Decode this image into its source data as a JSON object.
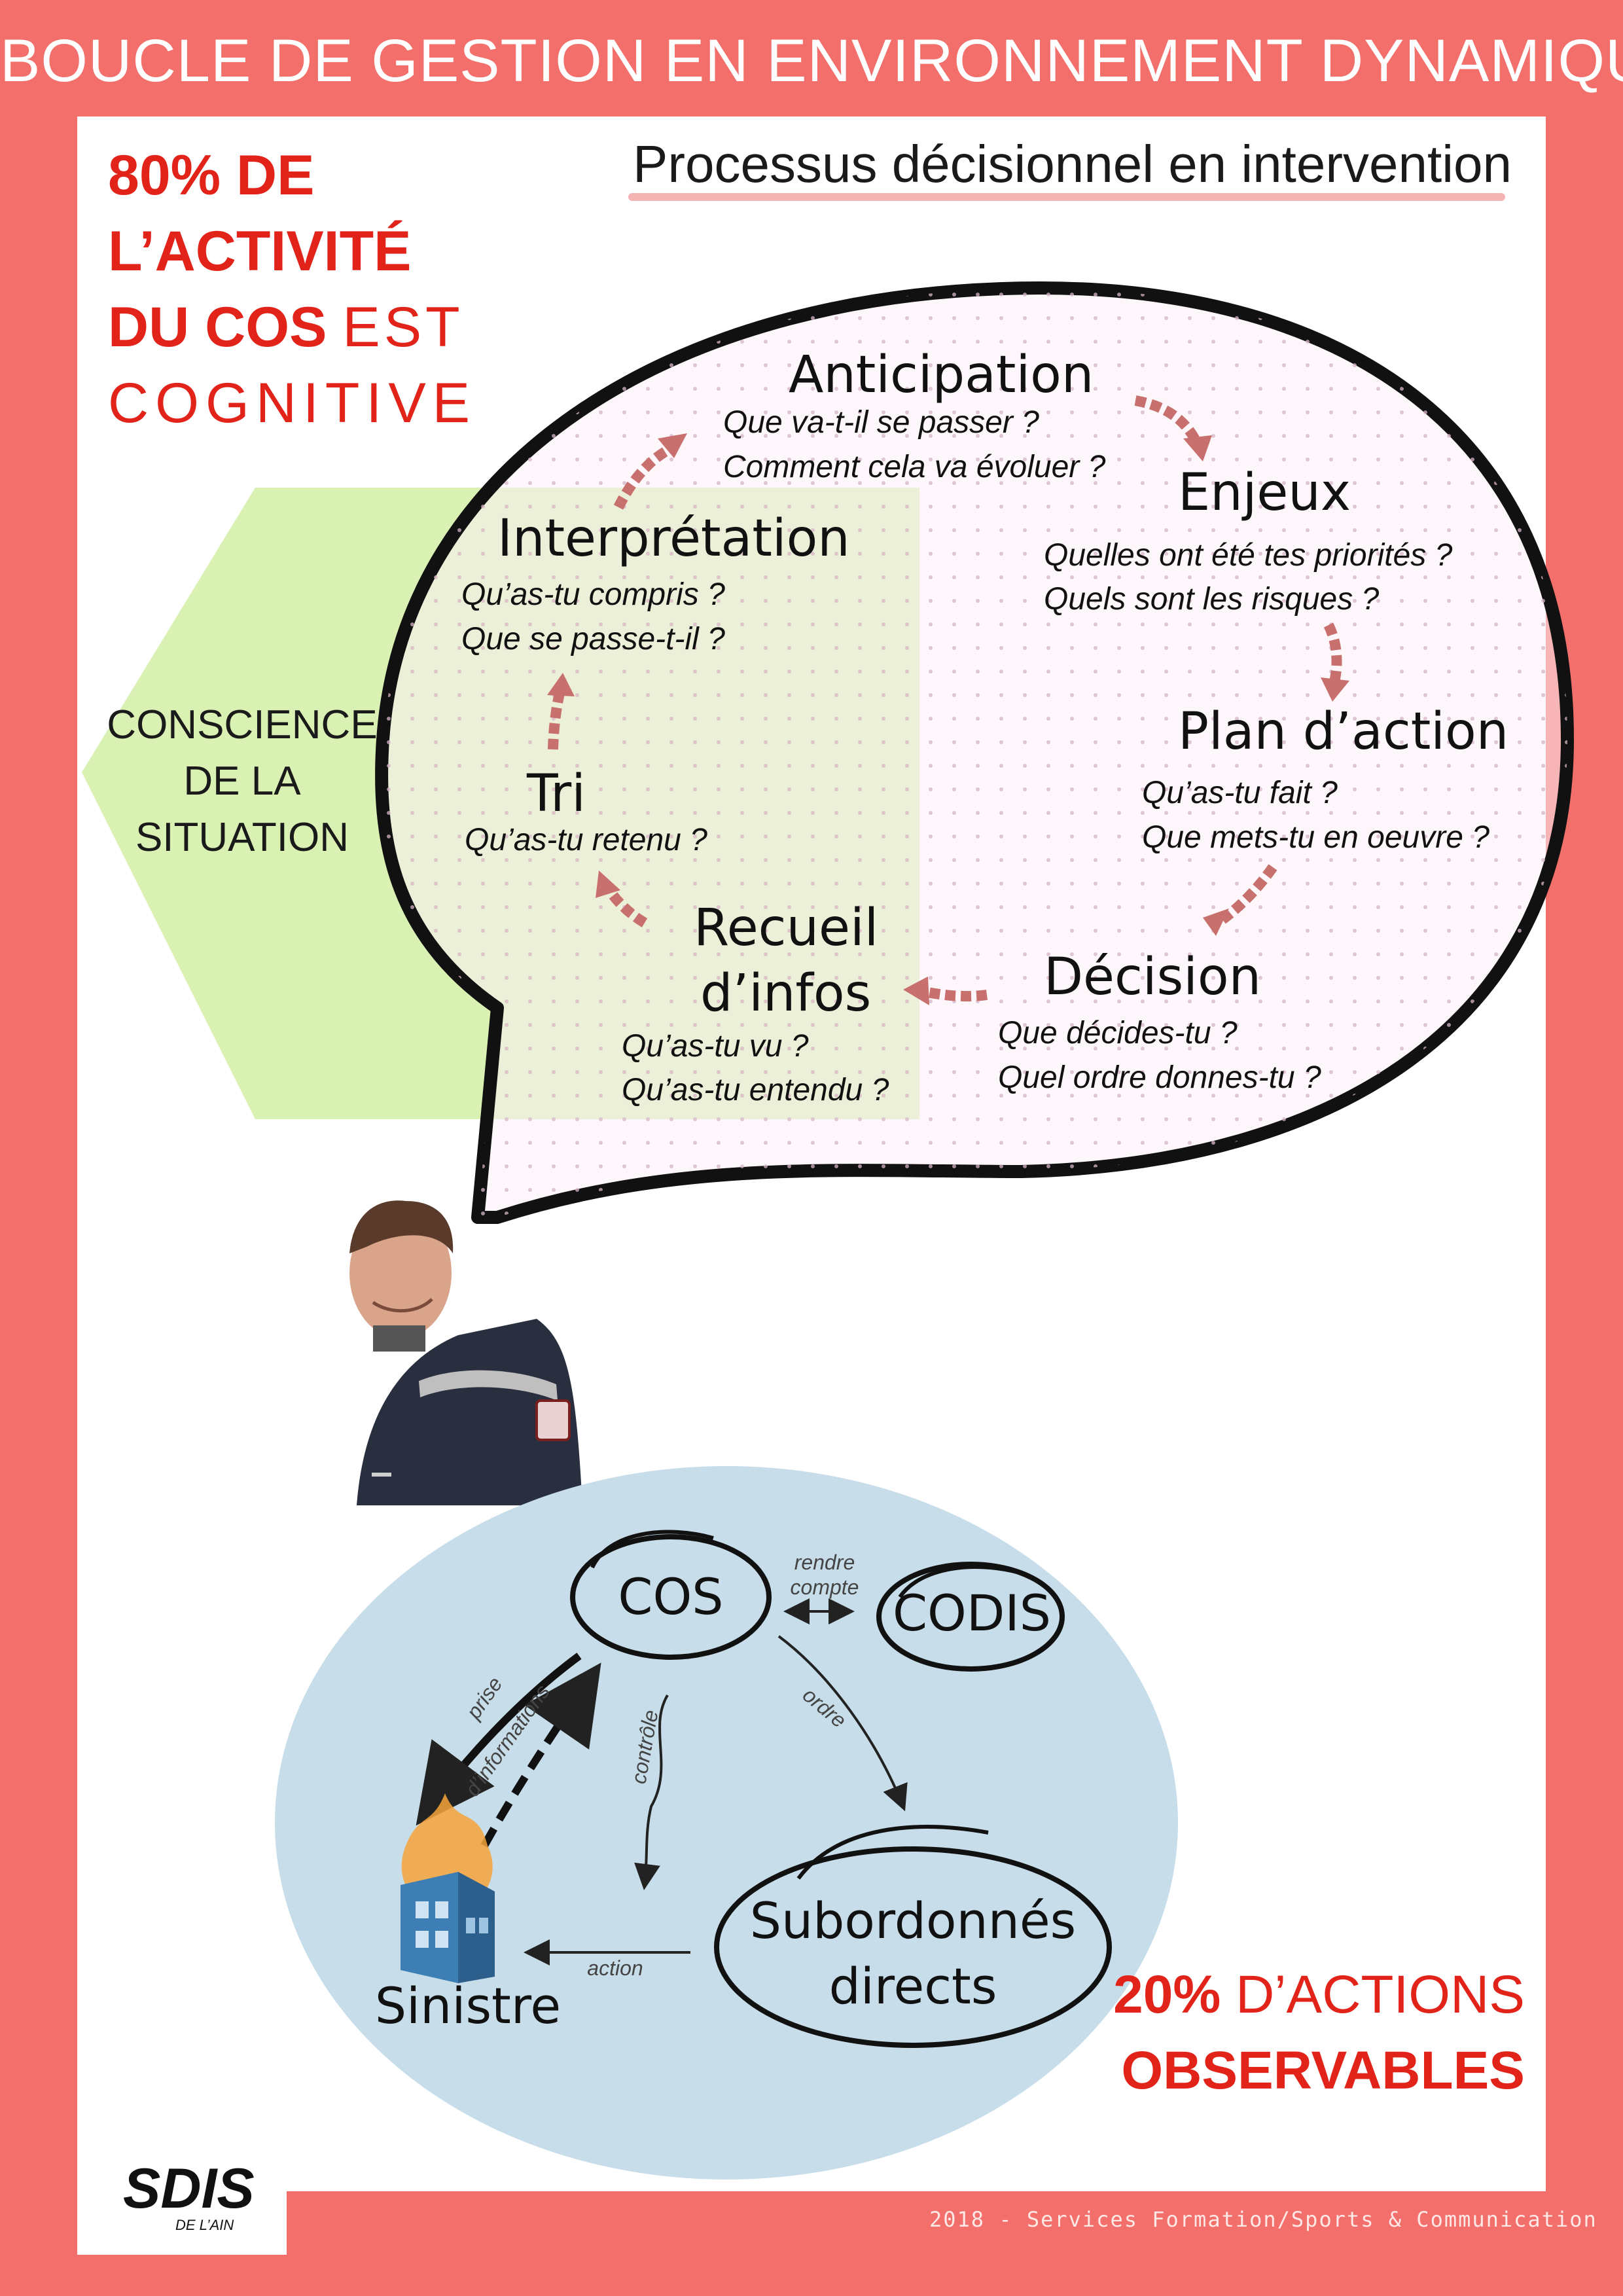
{
  "header": {
    "title": "BOUCLE DE GESTION EN ENVIRONNEMENT DYNAMIQUE"
  },
  "subtitle": "Processus décisionnel en intervention",
  "cognitive_note": {
    "line1": "80% DE",
    "line2": "L’ACTIVITÉ",
    "line3_bold": "DU COS",
    "line3_thin": "EST",
    "line4": "COGNITIVE"
  },
  "situation_awareness": {
    "line1": "CONSCIENCE",
    "line2": "DE LA",
    "line3": "SITUATION"
  },
  "loop": {
    "anticipation": {
      "title": "Anticipation",
      "q1": "Que va-t-il se passer ?",
      "q2": "Comment cela va évoluer ?"
    },
    "enjeux": {
      "title": "Enjeux",
      "q1": "Quelles ont été tes priorités ?",
      "q2": "Quels sont les risques ?"
    },
    "plan": {
      "title": "Plan d’action",
      "q1": "Qu’as-tu fait ?",
      "q2": "Que mets-tu en oeuvre ?"
    },
    "decision": {
      "title": "Décision",
      "q1": "Que décides-tu ?",
      "q2": "Quel ordre donnes-tu ?"
    },
    "recueil": {
      "title1": "Recueil",
      "title2": "d’infos",
      "q1": "Qu’as-tu vu ?",
      "q2": "Qu’as-tu entendu ?"
    },
    "tri": {
      "title": "Tri",
      "q1": "Qu’as-tu retenu ?"
    },
    "interpretation": {
      "title": "Interprétation",
      "q1": "Qu’as-tu compris ?",
      "q2": "Que se passe-t-il ?"
    }
  },
  "command_diagram": {
    "nodes": {
      "cos": "COS",
      "codis": "CODIS",
      "subordonnes_1": "Subordonnés",
      "subordonnes_2": "directs",
      "sinistre": "Sinistre"
    },
    "edges": {
      "rendre_1": "rendre",
      "rendre_2": "compte",
      "ordre": "ordre",
      "controle": "contrôle",
      "prise_1": "prise",
      "prise_2": "d’informations",
      "action": "action"
    }
  },
  "observable_note": {
    "bold1": "20%",
    "thin1": "D’ACTIONS",
    "bold2": "OBSERVABLES"
  },
  "footer": "2018 - Services Formation/Sports & Communication",
  "logo": {
    "text": "SDIS",
    "sub": "DE L’AIN"
  },
  "colors": {
    "frame": "#f26f6b",
    "accent_red": "#e2231a",
    "arrow": "#c8706d",
    "green_zone": "#d9f2b4",
    "bubble_fill": "#fbeef5",
    "ellipse_fill": "#c7dde9"
  }
}
